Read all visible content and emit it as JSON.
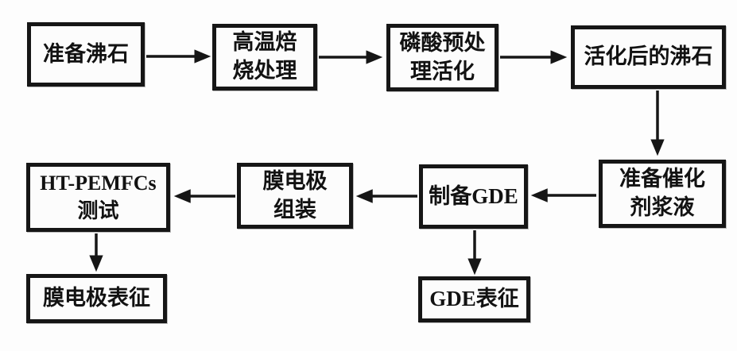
{
  "diagram": {
    "type": "flowchart",
    "language": "zh-CN",
    "colors": {
      "background": "#fdfdfd",
      "box_border": "#161616",
      "text": "#121212",
      "arrow": "#161616"
    },
    "nodes": [
      {
        "id": "prepare-zeolite",
        "label": "准备沸石"
      },
      {
        "id": "calcination",
        "label": "高温焙\n烧处理"
      },
      {
        "id": "acid-activation",
        "label": "磷酸预处\n理活化"
      },
      {
        "id": "activated-zeolite",
        "label": "活化后的沸石"
      },
      {
        "id": "catalyst-slurry",
        "label": "准备催化\n剂浆液"
      },
      {
        "id": "prepare-gde",
        "label": "制备GDE"
      },
      {
        "id": "mea-assembly",
        "label": "膜电极\n组装"
      },
      {
        "id": "ht-pemfcs-test",
        "label": "HT-PEMFCs\n测试"
      },
      {
        "id": "mea-characterization",
        "label": "膜电极表征"
      },
      {
        "id": "gde-characterization",
        "label": "GDE表征"
      }
    ],
    "edges": [
      {
        "from": "prepare-zeolite",
        "to": "calcination"
      },
      {
        "from": "calcination",
        "to": "acid-activation"
      },
      {
        "from": "acid-activation",
        "to": "activated-zeolite"
      },
      {
        "from": "activated-zeolite",
        "to": "catalyst-slurry"
      },
      {
        "from": "catalyst-slurry",
        "to": "prepare-gde"
      },
      {
        "from": "prepare-gde",
        "to": "mea-assembly"
      },
      {
        "from": "mea-assembly",
        "to": "ht-pemfcs-test"
      },
      {
        "from": "ht-pemfcs-test",
        "to": "mea-characterization"
      },
      {
        "from": "prepare-gde",
        "to": "gde-characterization"
      }
    ]
  }
}
